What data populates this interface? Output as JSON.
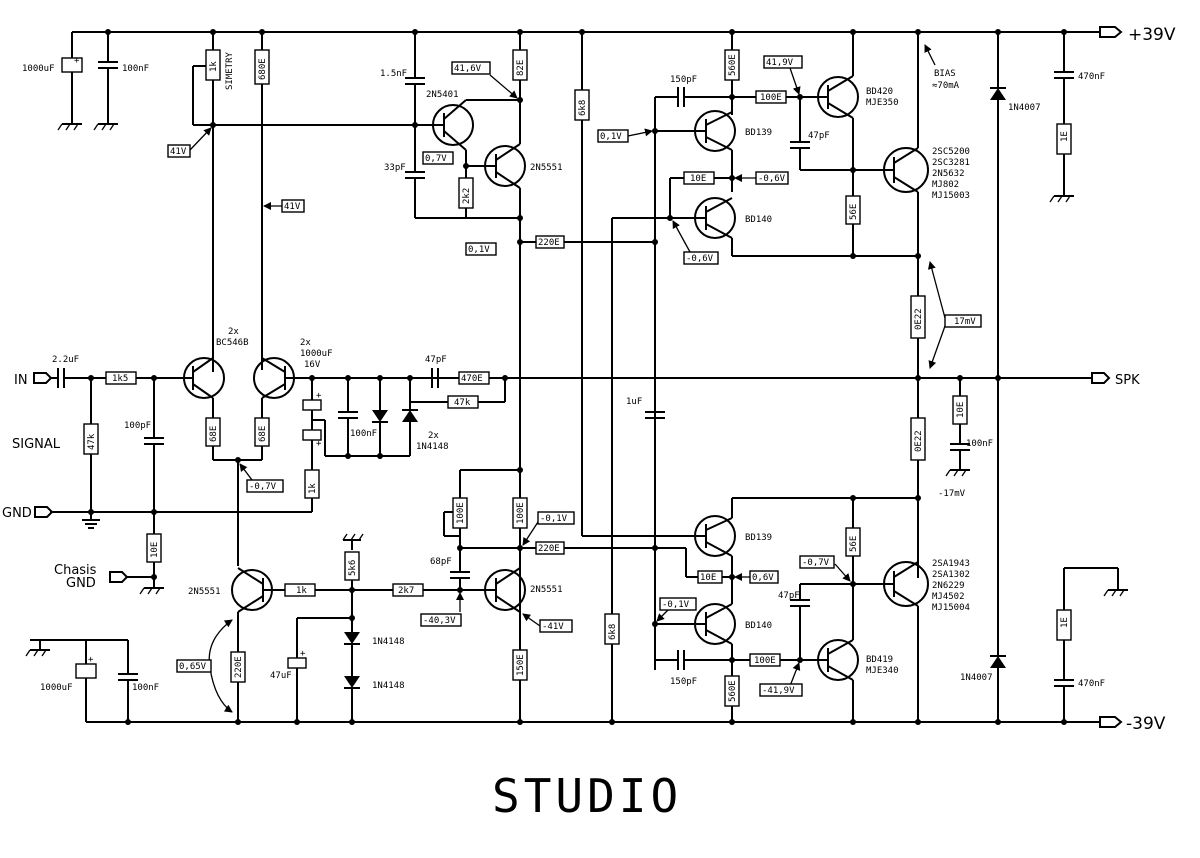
{
  "title": "STUDIO",
  "ports": {
    "vpos": "+39V",
    "vneg": "-39V",
    "input": "IN",
    "gnd": "GND",
    "speaker": "SPK",
    "signal": "SIGNAL",
    "chassis": "Chasis",
    "chassis2": "GND"
  },
  "components": {
    "c_rail_pos_elec": "1000uF",
    "c_rail_pos_film": "100nF",
    "pot_symmetry": "1k",
    "label_symmetry": "SIMETRY",
    "r_ltp_top": "680E",
    "c_miller1": "1.5nF",
    "r_vas_top": "82E",
    "r_pre_top": "6k8",
    "r_drv_top": "560E",
    "q_vas_pnp": "2N5401",
    "q_vas_npn": "2N5551",
    "c_vas_33p": "33pF",
    "r_2k2": "2k2",
    "ltp_pair_count": "2x",
    "ltp_pair_type": "BC546B",
    "c_in": "2.2uF",
    "r_in": "1k5",
    "r_in_47k": "47k",
    "c_in_100p": "100pF",
    "r_10e_chassis": "10E",
    "r_68e_a": "68E",
    "r_68e_b": "68E",
    "c_fb_count": "2x",
    "c_fb": "1000uF",
    "c_fb_v": "16V",
    "c_fb_100n": "100nF",
    "d_fb_count": "2x",
    "d_fb": "1N4148",
    "r_fb_1k": "1k",
    "c_47p_fb": "47pF",
    "r_470e": "470E",
    "r_47k_fb": "47k",
    "r_220e_top": "220E",
    "r_220e_bot": "220E",
    "q_bd139_top": "BD139",
    "q_bd140_top": "BD140",
    "q_bd139_bot": "BD139",
    "q_bd140_bot": "BD140",
    "c_150p_top": "150pF",
    "c_150p_bot": "150pF",
    "r_100e_top": "100E",
    "r_100e_bot": "100E",
    "r_10e_top": "10E",
    "r_10e_bot": "10E",
    "q_bd420": "BD420",
    "q_mje350": "MJE350",
    "q_bd419": "BD419",
    "q_mje340": "MJE340",
    "c_47p_top": "47pF",
    "c_47p_bot": "47pF",
    "r_56e_top": "56E",
    "r_56e_bot": "56E",
    "bias_label": "BIAS",
    "bias_value": "≈70mA",
    "out_npn": [
      "2SC5200",
      "2SC3281",
      "2N5632",
      "MJ802",
      "MJ15003"
    ],
    "out_pnp": [
      "2SA1943",
      "2SA1302",
      "2N6229",
      "MJ4502",
      "MJ15004"
    ],
    "r_0e22_top": "0E22",
    "r_0e22_bot": "0E22",
    "volt_17mv": "17mV",
    "volt_neg17mv": "-17mV",
    "r_10e_zobel": "10E",
    "c_100n_zobel": "100nF",
    "d_1n4007_top": "1N4007",
    "d_1n4007_bot": "1N4007",
    "r_1e_top": "1E",
    "c_470n_top": "470nF",
    "r_1e_bot": "1E",
    "c_470n_bot": "470nF",
    "c_1uf": "1uF",
    "r_6k8_bot": "6k8",
    "r_560e_bot": "560E",
    "r_100e_vas": "100E",
    "r_100e_vas2": "100E",
    "c_68p": "68pF",
    "q_cs": "2N5551",
    "q_vas_low": "2N5551",
    "r_1k_cs": "1k",
    "r_2k7": "2k7",
    "r_5k6": "5k6",
    "d_1n4148_a": "1N4148",
    "d_1n4148_b": "1N4148",
    "c_47u": "47uF",
    "r_220e_cs": "220E",
    "r_150e": "150E",
    "c_rail_neg_elec": "1000uF",
    "c_rail_neg_film": "100nF"
  },
  "voltages": {
    "v41": "41V",
    "v41b": "41V",
    "v41_6": "41,6V",
    "v0_7": "0,7V",
    "v0_1a": "0,1V",
    "v0_1b": "0,1V",
    "v41_9": "41,9V",
    "vneg0_6a": "-0,6V",
    "vneg0_6b": "-0,6V",
    "vneg0_7": "-0,7V",
    "vneg0_1a": "-0,1V",
    "vneg0_1b": "-0,1V",
    "v0_6": "0,6V",
    "vneg0_7b": "-0,7V",
    "vneg41_9": "-41,9V",
    "vneg40_3": "-40,3V",
    "vneg41": "-41V",
    "v0_65": "0,65V"
  }
}
